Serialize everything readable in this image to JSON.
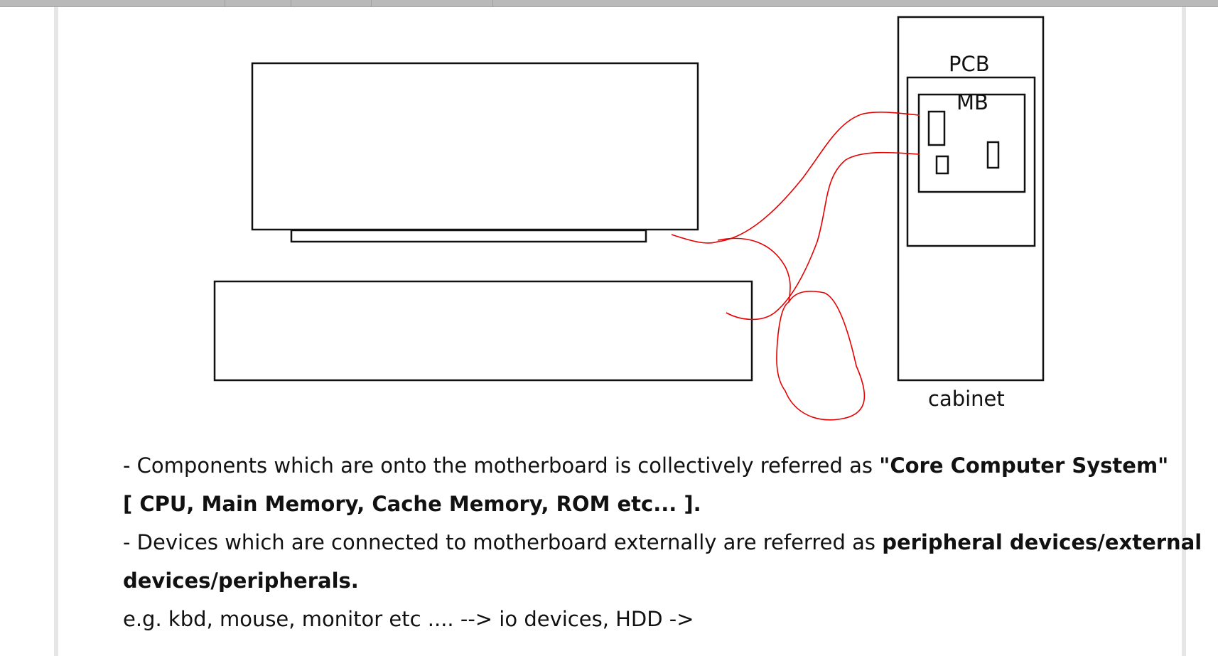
{
  "diagram": {
    "labels": {
      "pcb": "PCB",
      "mb": "MB",
      "cabinet": "cabinet"
    },
    "colors": {
      "outline": "#111111",
      "annotation": "#e60000"
    }
  },
  "notes": {
    "line1_prefix": "- Components which are onto the motherboard is collectively referred as ",
    "line1_bold": "\"Core Computer System\"",
    "line2_bold": "[ CPU, Main Memory, Cache Memory, ROM etc... ].",
    "line3_prefix": "- Devices which are connected to motherboard externally are referred as ",
    "line3_bold": "peripheral devices/external",
    "line4_bold": "devices/peripherals.",
    "line5": "e.g. kbd, mouse, monitor etc .... --> io devices, HDD ->"
  }
}
